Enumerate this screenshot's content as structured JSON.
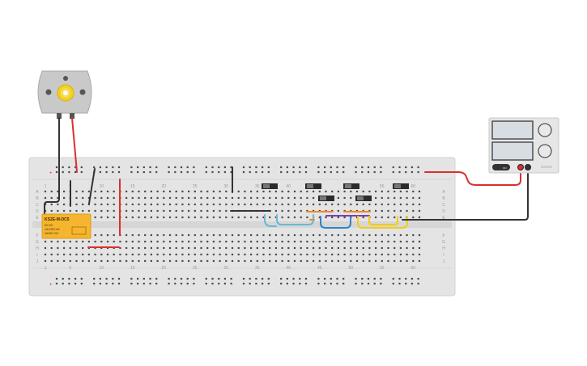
{
  "breadboard": {
    "column_labels": [
      "1",
      "5",
      "10",
      "15",
      "20",
      "25",
      "30",
      "35",
      "40",
      "45",
      "50",
      "55",
      "60"
    ],
    "row_labels_top": [
      "A",
      "B",
      "C",
      "D",
      "E"
    ],
    "row_labels_bottom": [
      "F",
      "G",
      "H",
      "I",
      "J"
    ],
    "rail_symbol": "+"
  },
  "relay": {
    "model": "KS2E-M-DC5",
    "spec_line1": "DC 5V",
    "spec_line2": "1A/120V AC",
    "spec_line3": "2A/30V DC"
  },
  "motor": {
    "icon": "gear-icon"
  },
  "power_supply": {
    "label_on": "ON"
  },
  "colors": {
    "board": "#e4e4e4",
    "hole": "#4a4a4a",
    "relay": "#f6b52e",
    "wire_red": "#d9302c",
    "wire_black": "#333333",
    "wire_blue": "#2f83c9",
    "wire_cyan": "#68b8d6",
    "wire_orange": "#f08a1c",
    "wire_yellow": "#f2cc12",
    "wire_purple": "#7a3fb6"
  }
}
